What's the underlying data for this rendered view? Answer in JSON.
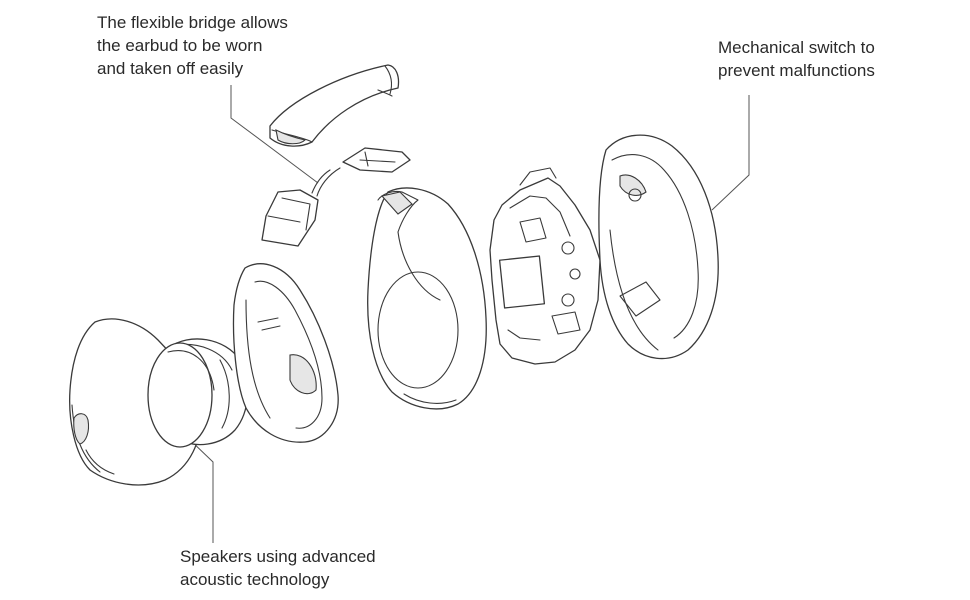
{
  "callouts": {
    "bridge": {
      "lines": [
        "The flexible bridge allows",
        "the earbud to be worn",
        "and taken off easily"
      ]
    },
    "switch": {
      "lines": [
        "Mechanical switch to",
        "prevent malfunctions"
      ]
    },
    "speaker": {
      "lines": [
        "Speakers using advanced",
        "acoustic technology"
      ]
    }
  },
  "colors": {
    "line": "#3a3a3a",
    "text": "#2a2a2a",
    "background": "#ffffff"
  }
}
